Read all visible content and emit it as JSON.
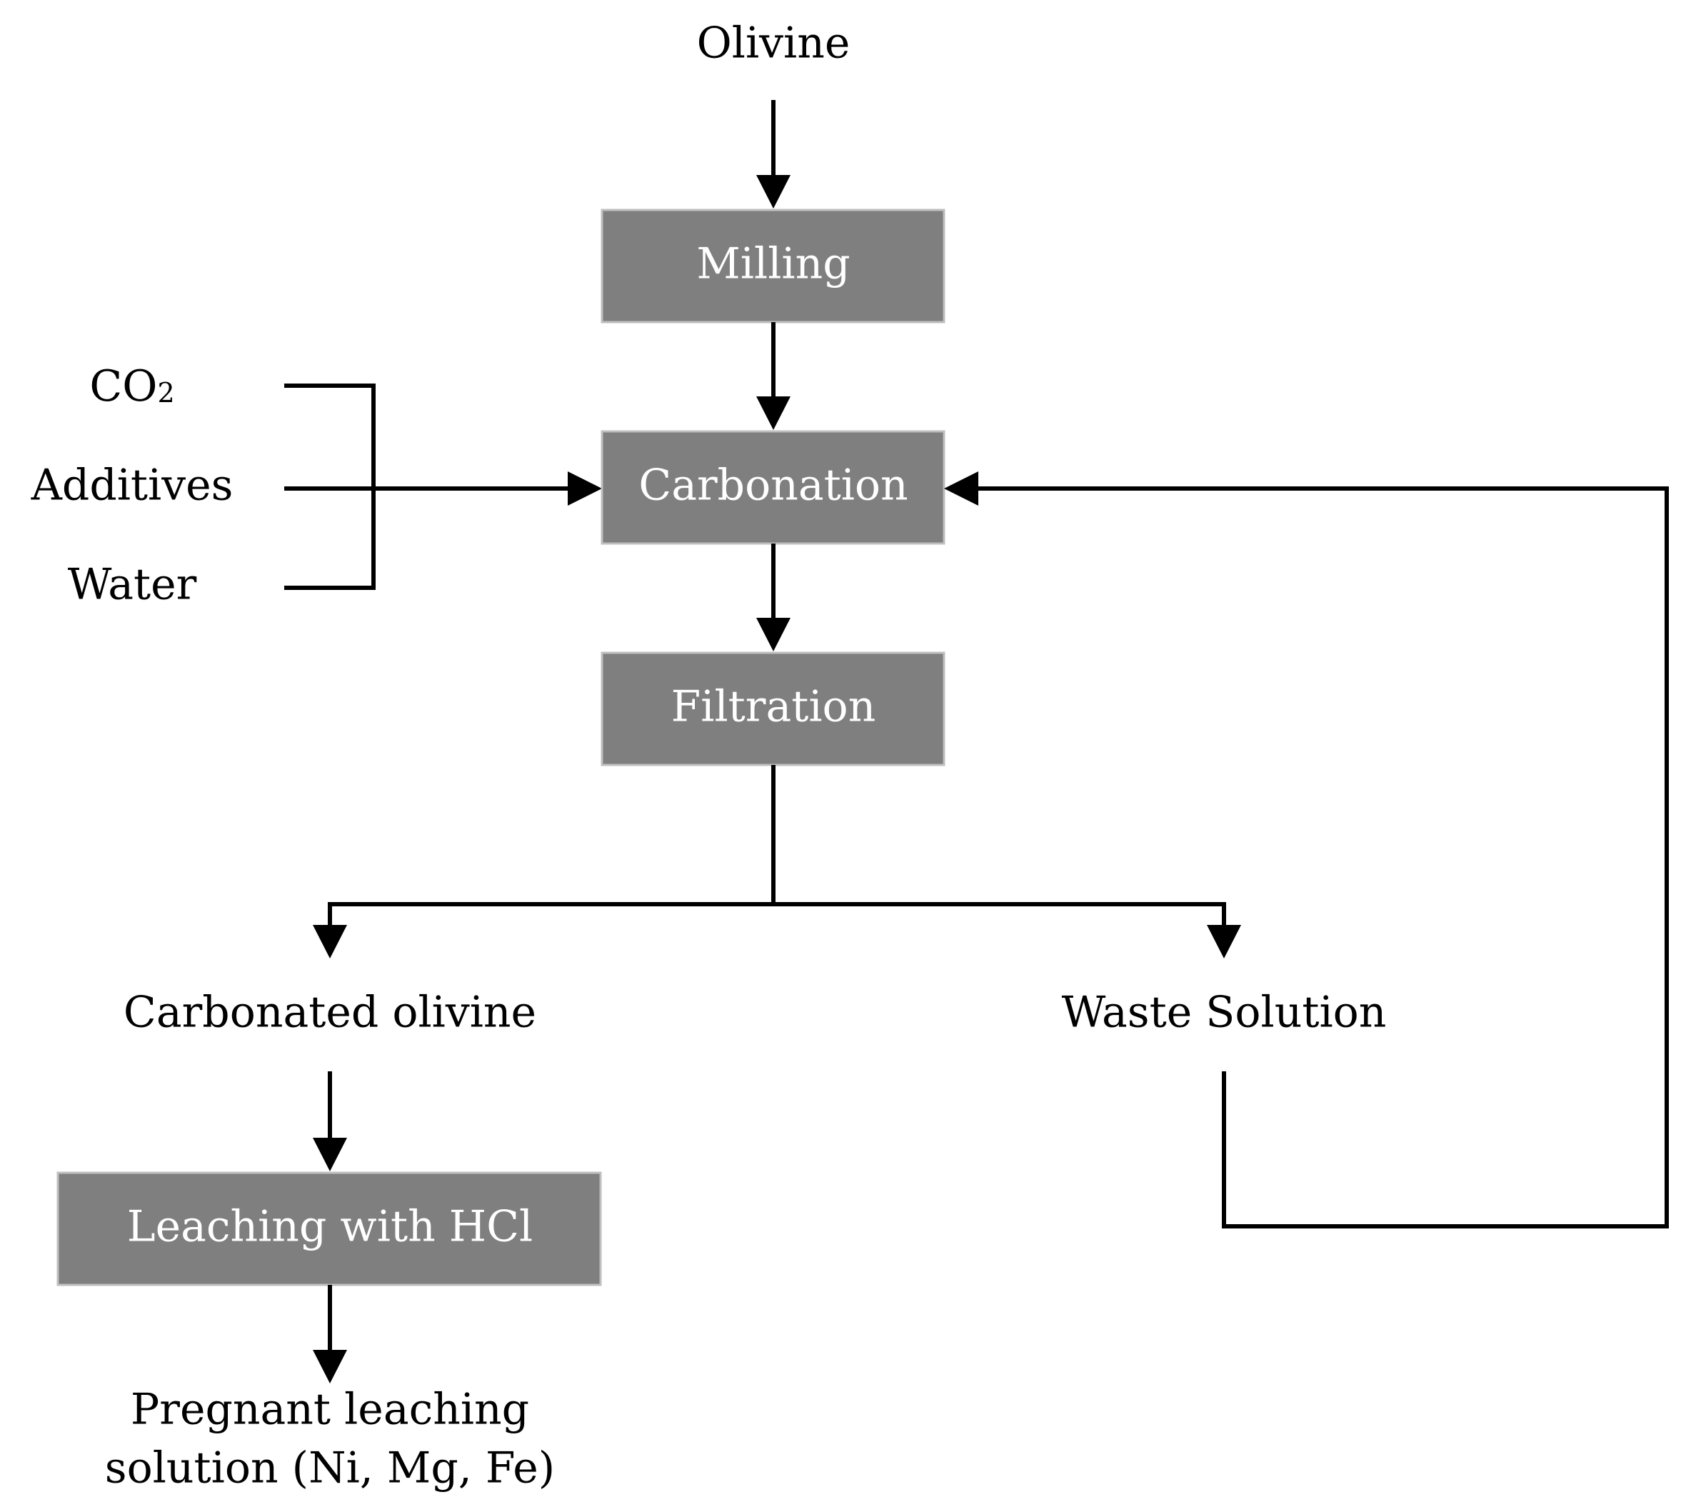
{
  "inputs": {
    "olivine": "Olivine",
    "co2_main": "CO",
    "co2_subscript": "2",
    "additives": "Additives",
    "water": "Water"
  },
  "steps": {
    "milling": "Milling",
    "carbonation": "Carbonation",
    "filtration": "Filtration",
    "leaching": "Leaching with HCl"
  },
  "outputs": {
    "carbonated_olivine": "Carbonated olivine",
    "waste_solution": "Waste Solution",
    "pregnant_line1": "Pregnant leaching",
    "pregnant_line2": "solution (Ni, Mg, Fe)"
  },
  "colors": {
    "box_fill": "#7f7f7f",
    "box_text": "#ffffff",
    "line": "#000000"
  }
}
